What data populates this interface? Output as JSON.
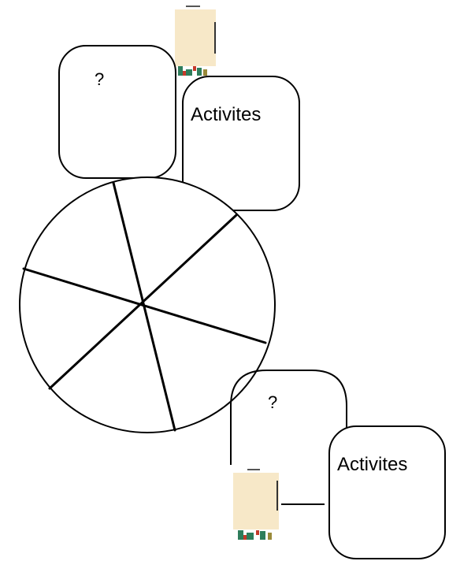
{
  "boxes": {
    "top_left_label": "?",
    "top_right_label": "Activites",
    "bottom_left_label": "?",
    "bottom_right_label": "Activites"
  },
  "wheel": {
    "segments": 6
  },
  "icons": {
    "top": "easel-icon",
    "bottom": "easel-icon"
  }
}
